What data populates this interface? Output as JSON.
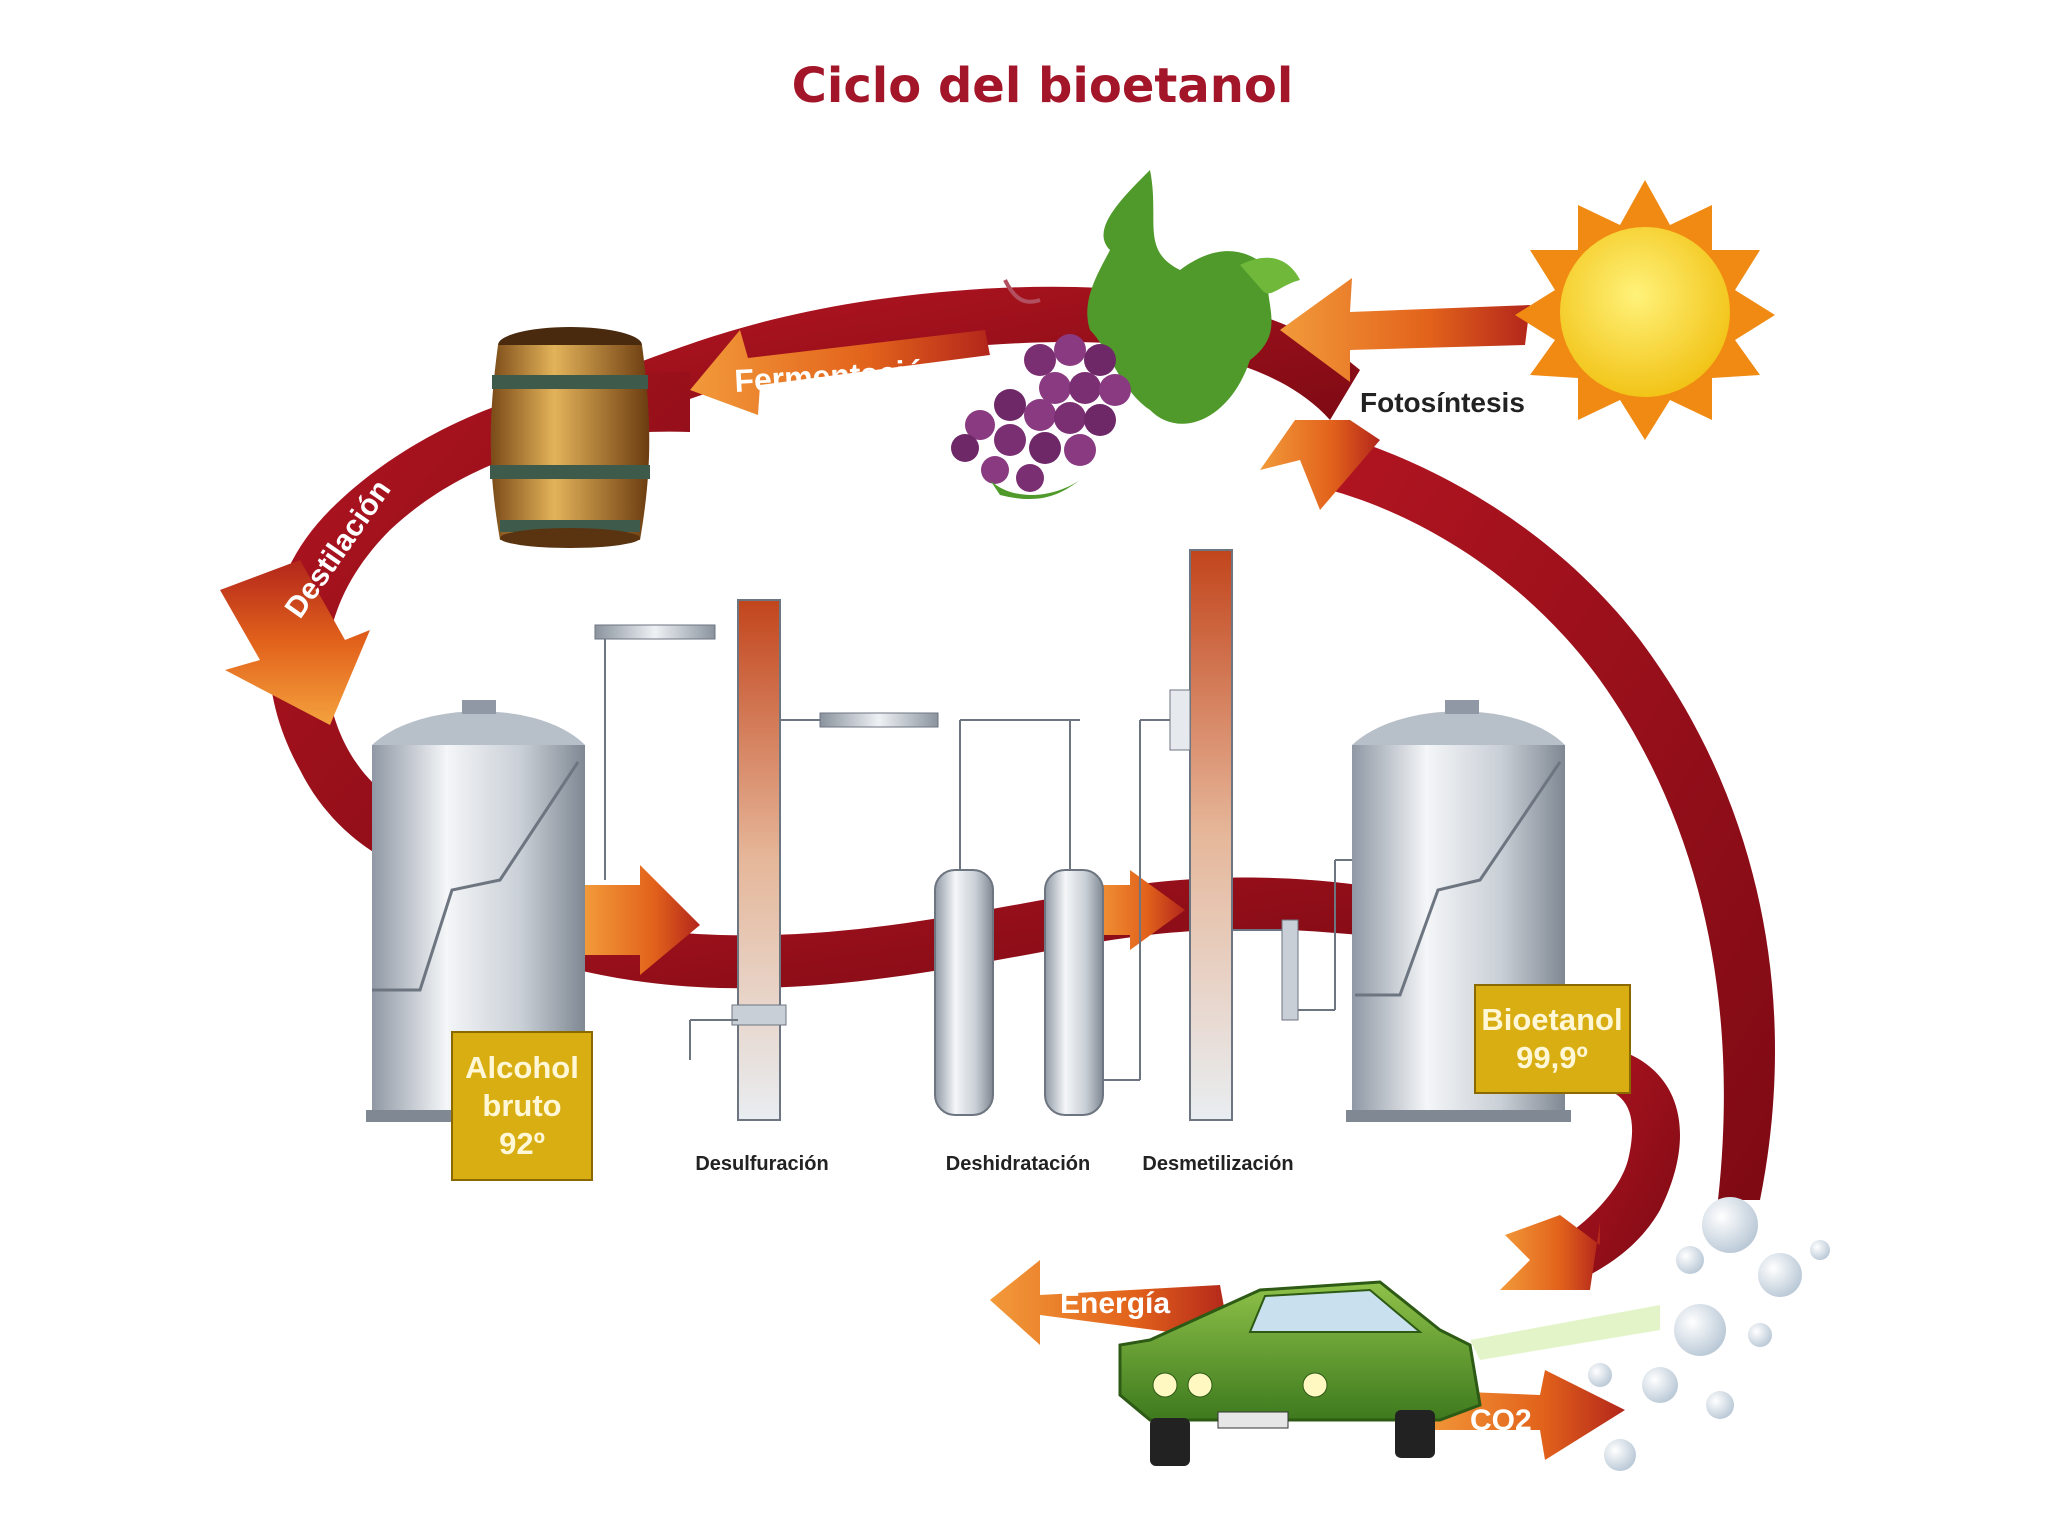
{
  "title": "Ciclo del bioetanol",
  "labels": {
    "fermentacion": "Fermentación",
    "fotosintesis": "Fotosíntesis",
    "destilacion": "Destilación",
    "energia": "Energía",
    "co2": "CO2"
  },
  "tanks": {
    "alcohol": {
      "line1": "Alcohol",
      "line2": "bruto",
      "line3": "92º"
    },
    "bioetanol": {
      "line1": "Bioetanol",
      "line2": "99,9º"
    }
  },
  "stages": [
    "Desulfuración",
    "Deshidratación",
    "Desmetilización"
  ],
  "colors": {
    "arrow_red": "#9e0e1a",
    "arrow_orange": "#e06a1e",
    "title": "#a3162a",
    "tag": "#d8ae12"
  },
  "icons": [
    "sun-icon",
    "grapes-icon",
    "barrel-icon",
    "car-icon",
    "bubbles-icon"
  ]
}
